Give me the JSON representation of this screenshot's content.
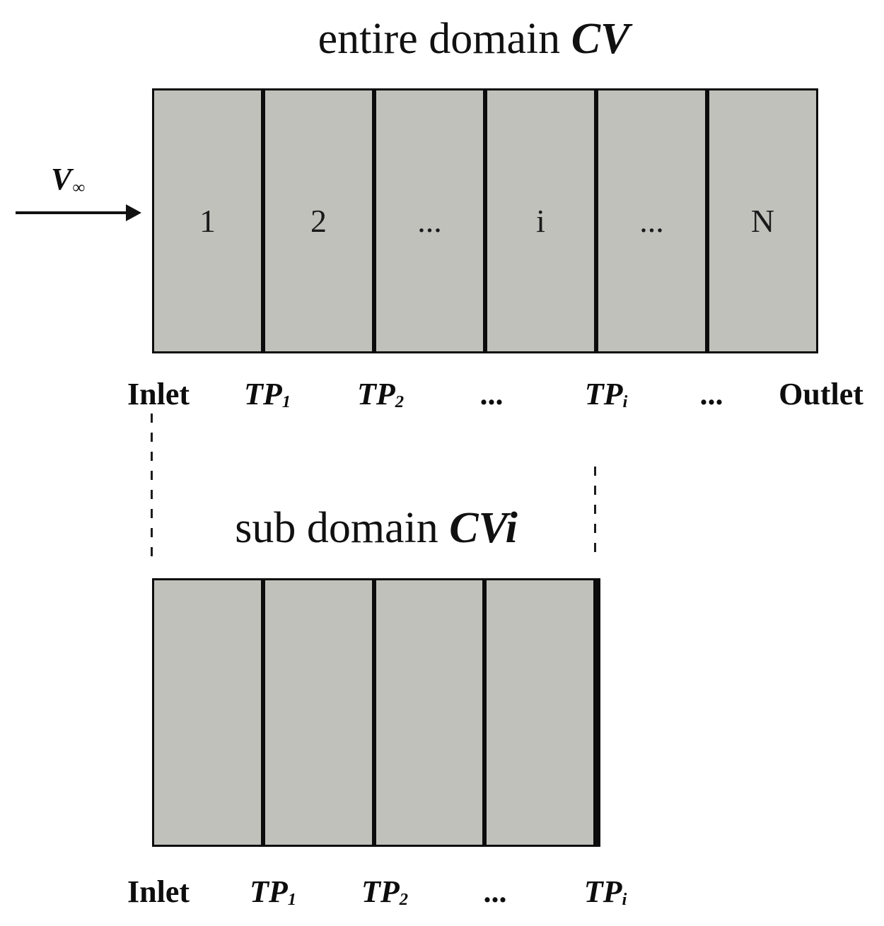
{
  "figure": {
    "background_color": "#ffffff",
    "cell_fill_color": "#c0c1bb",
    "line_color": "#0c0c0c"
  },
  "entire_domain": {
    "title_prefix": "entire domain ",
    "title_emphasis": "CV",
    "flow": {
      "symbol": "V",
      "subscript": "∞"
    },
    "cells": [
      "1",
      "2",
      "...",
      "i",
      "...",
      "N"
    ],
    "boundaries": {
      "inlet": "Inlet",
      "tp1_main": "TP",
      "tp1_sub": "1",
      "tp2_main": "TP",
      "tp2_sub": "2",
      "dots1": "...",
      "tpi_main": "TP",
      "tpi_sub": "i",
      "dots2": "...",
      "outlet": "Outlet"
    }
  },
  "sub_domain": {
    "title_prefix": "sub domain ",
    "title_emphasis": "CVi",
    "cells": [
      "",
      "",
      "",
      ""
    ],
    "boundaries": {
      "inlet": "Inlet",
      "tp1_main": "TP",
      "tp1_sub": "1",
      "tp2_main": "TP",
      "tp2_sub": "2",
      "dots": "...",
      "tpi_main": "TP",
      "tpi_sub": "i"
    }
  }
}
